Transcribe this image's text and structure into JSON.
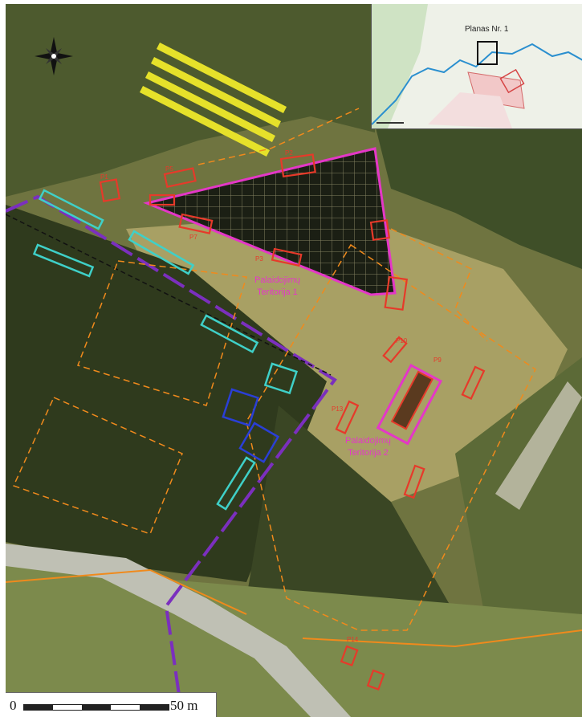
{
  "map": {
    "inset_label": "Planas Nr. 1",
    "zone_labels": [
      {
        "line1": "Palaidojimų",
        "line2": "Teritorija 1"
      },
      {
        "line1": "Palaidojimų",
        "line2": "Teritorija 2"
      }
    ],
    "plot_tags": [
      "P1",
      "P5",
      "P2",
      "P7",
      "P3",
      "P10",
      "P9",
      "P13",
      "P14"
    ],
    "scale_bar": {
      "start": "0",
      "end": "50 m"
    },
    "colors": {
      "cemetery_boundary": "#e437c7",
      "excavation_plots": "#e63a2a",
      "buffer_zone": "#f08a1c",
      "purple_boundary": "#7b2fbe",
      "cyan_trenches": "#3fd0c8",
      "blue_trenches": "#2a3fd6",
      "yellow_grid": "#e6e12a"
    },
    "icons": [
      "compass-rose-icon"
    ]
  }
}
